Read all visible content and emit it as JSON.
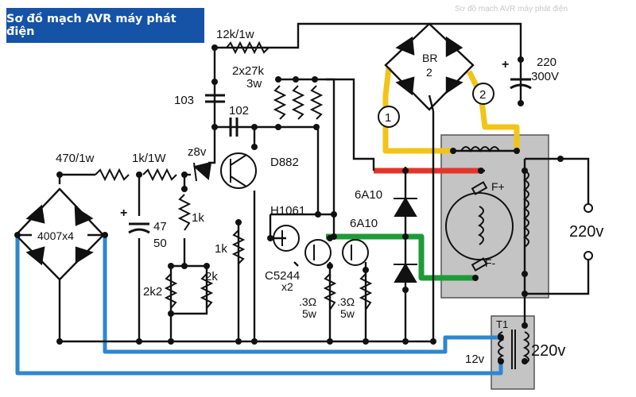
{
  "header": {
    "title": "Sơ đồ mạch AVR máy phát điện",
    "faded_caption": "Sơ đồ mạch AVR máy phát điện"
  },
  "labels": {
    "r_12k": "12k/1w",
    "r_2x27k": "2x27k",
    "r_2x27k_w": "3w",
    "c_103": "103",
    "c_102": "102",
    "bridge_br": "BR",
    "bridge_br_num": "2",
    "cap_220": "220",
    "cap_300v": "300V",
    "pos_mark_1": "+",
    "pos_mark_2": "+",
    "node_1": "1",
    "node_2": "2",
    "r_470": "470/1w",
    "r_1k1w": "1k/1W",
    "zener": "z8v",
    "transistor_d882": "D882",
    "diode_6a10_1": "6A10",
    "diode_6a10_2": "6A10",
    "transistor_h1061": "H1061",
    "bridge_4007": "4007x4",
    "cap_47": "47",
    "cap_50": "50",
    "r_1k_a": "1k",
    "r_1k_b": "1k",
    "r_2k2": "2k2",
    "r_2k": "2k",
    "transistor_c5244": "C5244",
    "transistor_c5244_qty": "x2",
    "r_03_a": ".3Ω",
    "r_03_a_w": "5w",
    "r_03_b": ".3Ω",
    "r_03_b_w": "5w",
    "field_fplus": "F+",
    "field_fminus": "F-",
    "output_220v": "220v",
    "transformer_t1": "T1",
    "transformer_12v": "12v",
    "transformer_220v": "220v"
  },
  "colors": {
    "title_bg": "#1453a6",
    "wire": "#111111",
    "wire_blue": "#2f86d0",
    "wire_yellow": "#f2c418",
    "wire_red": "#e5352b",
    "wire_green": "#1f9a39",
    "generator_box": "#c4c4c4"
  }
}
